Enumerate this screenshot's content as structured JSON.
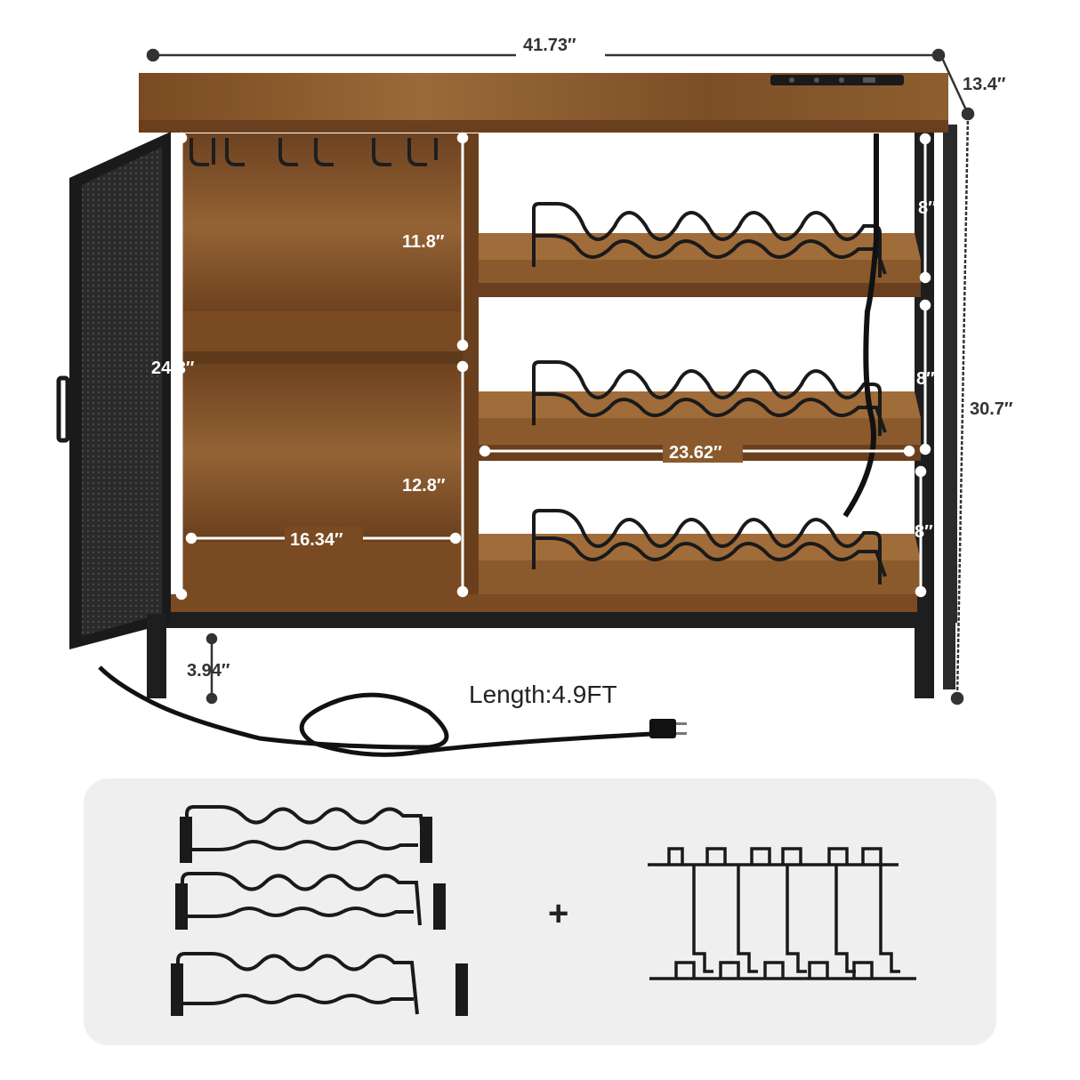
{
  "image": {
    "subject": "wine-bar-cabinet",
    "background": "#ffffff",
    "accessory_panel_color": "#efefef",
    "wood_color": "#8a5a2c",
    "wood_dark": "#5e3a1a",
    "metal_color": "#1e1e1e"
  },
  "dimensions": {
    "width": "41.73″",
    "depth": "13.4″",
    "height": "30.7″",
    "upper_compartment": "11.8″",
    "lower_compartment": "12.8″",
    "cabinet_height": "24.8″",
    "cabinet_width": "16.34″",
    "rack_width": "23.62″",
    "shelf_gap_1": "8″",
    "shelf_gap_2": "8″",
    "shelf_gap_3": "8″",
    "leg_height": "3.94″"
  },
  "cord": {
    "label": "Length:4.9FT"
  },
  "accessories": {
    "plus": "+"
  }
}
